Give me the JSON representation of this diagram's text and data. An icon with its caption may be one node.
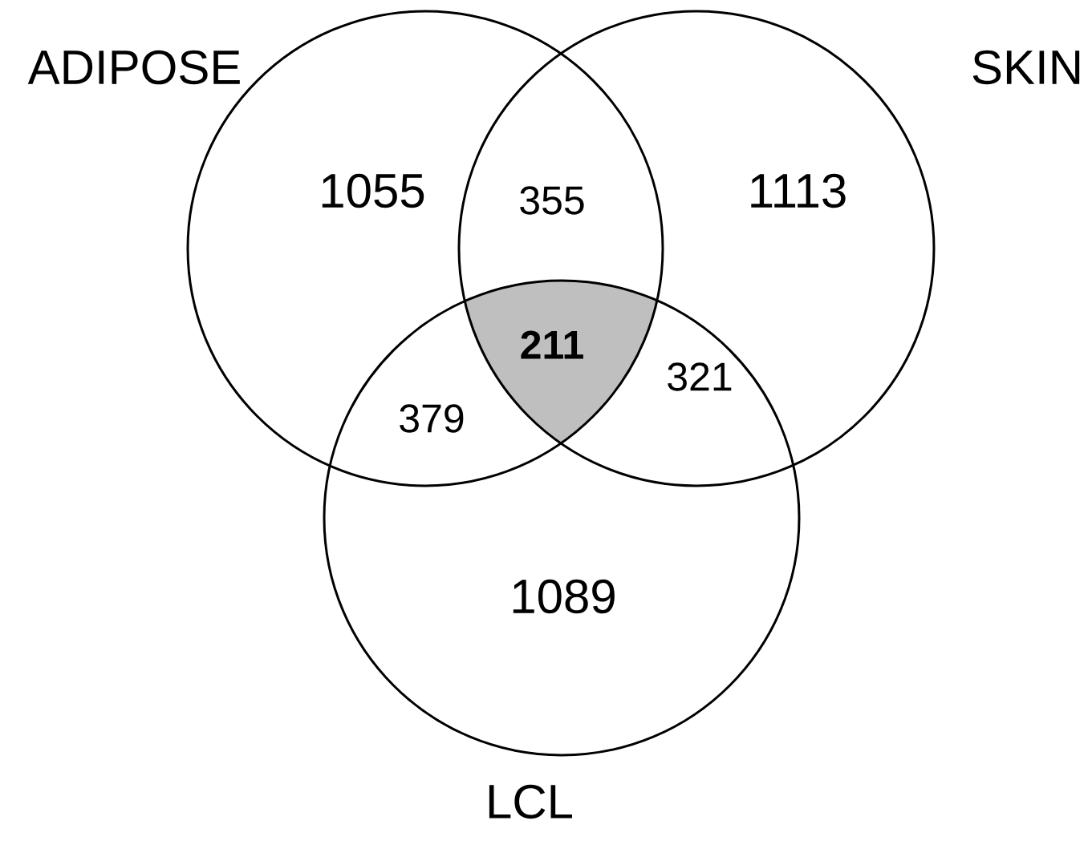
{
  "diagram": {
    "nodes": [
      {
        "text": [
          "ADIPOSE"
        ]
      },
      {
        "text": [
          "SKIN"
        ]
      },
      {
        "text": [
          "LCL"
        ]
      }
    ],
    "labels": [
      "1055",
      "355",
      "1113",
      "211",
      "379",
      "321",
      "1089"
    ]
  }
}
